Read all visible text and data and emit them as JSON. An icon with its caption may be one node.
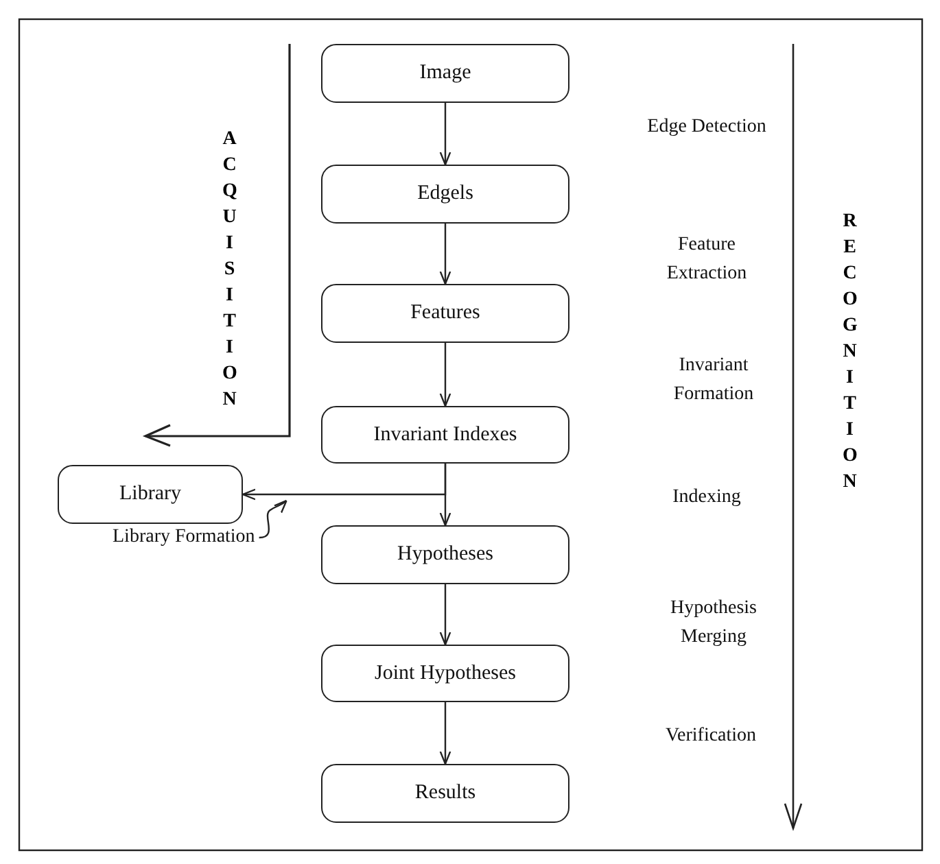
{
  "diagram": {
    "nodes": [
      {
        "text": [
          "Image"
        ]
      },
      {
        "text": [
          "Edgels"
        ]
      },
      {
        "text": [
          "Features"
        ]
      },
      {
        "text": [
          "Invariant Indexes"
        ]
      },
      {
        "text": [
          "Library"
        ]
      },
      {
        "text": [
          "Hypotheses"
        ]
      },
      {
        "text": [
          "Joint Hypotheses"
        ]
      },
      {
        "text": [
          "Results"
        ]
      },
      {
        "text": [
          "Library Formation"
        ]
      }
    ],
    "edges": [
      {
        "from": 0,
        "to": 1,
        "arrow": "to"
      },
      {
        "from": 1,
        "to": 2,
        "arrow": "to"
      },
      {
        "from": 2,
        "to": 3,
        "arrow": "to"
      },
      {
        "from": 3,
        "to": 5,
        "arrow": "to"
      },
      {
        "from": 3,
        "to": 4,
        "arrow": "to"
      },
      {
        "from": 5,
        "to": 6,
        "arrow": "to"
      },
      {
        "from": 6,
        "to": 7,
        "arrow": "to"
      },
      {
        "from": 8,
        "to": null,
        "arrow": "to"
      }
    ],
    "labels": [
      "ACQUISITION",
      "Edge Detection",
      "Feature Extraction",
      "RECOGNITION",
      "Invariant Formation",
      "Indexing",
      "Hypothesis Merging",
      "Verification"
    ]
  }
}
